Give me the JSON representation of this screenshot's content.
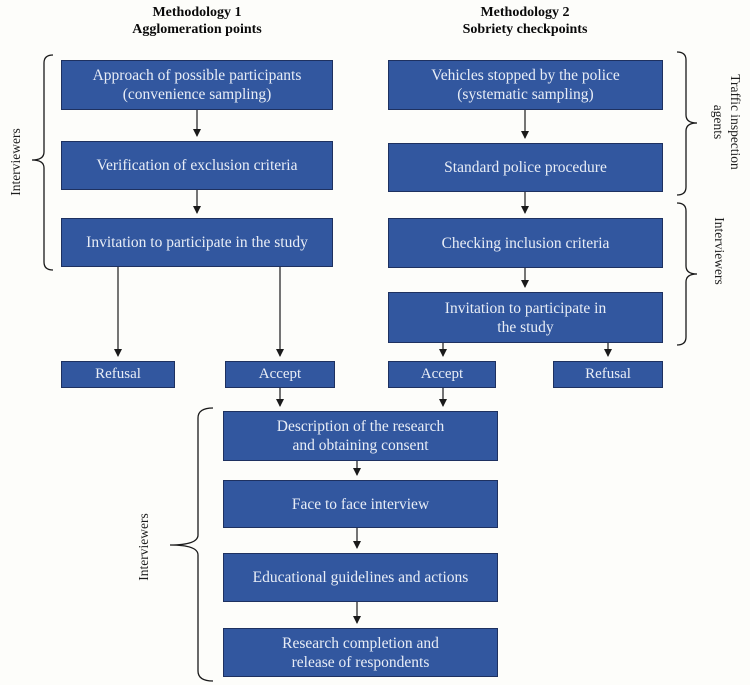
{
  "titles": {
    "m1": "Methodology 1\nAgglomeration points",
    "m2": "Methodology 2\nSobriety checkpoints"
  },
  "method1": {
    "box1": "Approach of possible participants\n(convenience sampling)",
    "box2": "Verification of exclusion criteria",
    "box3": "Invitation to participate in the study",
    "refusal": "Refusal",
    "accept": "Accept"
  },
  "method2": {
    "box1": "Vehicles stopped by the police\n(systematic sampling)",
    "box2": "Standard police procedure",
    "box3": "Checking inclusion criteria",
    "box4": "Invitation to participate in\nthe study",
    "accept": "Accept",
    "refusal": "Refusal"
  },
  "common": {
    "box1": "Description of the research\nand obtaining consent",
    "box2": "Face to face interview",
    "box3": "Educational guidelines and actions",
    "box4": "Research completion and\nrelease of respondents"
  },
  "side_labels": {
    "interviewers_left": "Interviewers",
    "traffic_agents": "Traffic inspection\nagents",
    "interviewers_right": "Interviewers",
    "interviewers_bottom": "Interviewers"
  },
  "colors": {
    "box_fill": "#32579f",
    "box_border": "#1e3160",
    "box_text": "#e8edf6",
    "line": "#1a1a1a",
    "title": "#0a0a0a",
    "background": "#fdfdfa"
  }
}
